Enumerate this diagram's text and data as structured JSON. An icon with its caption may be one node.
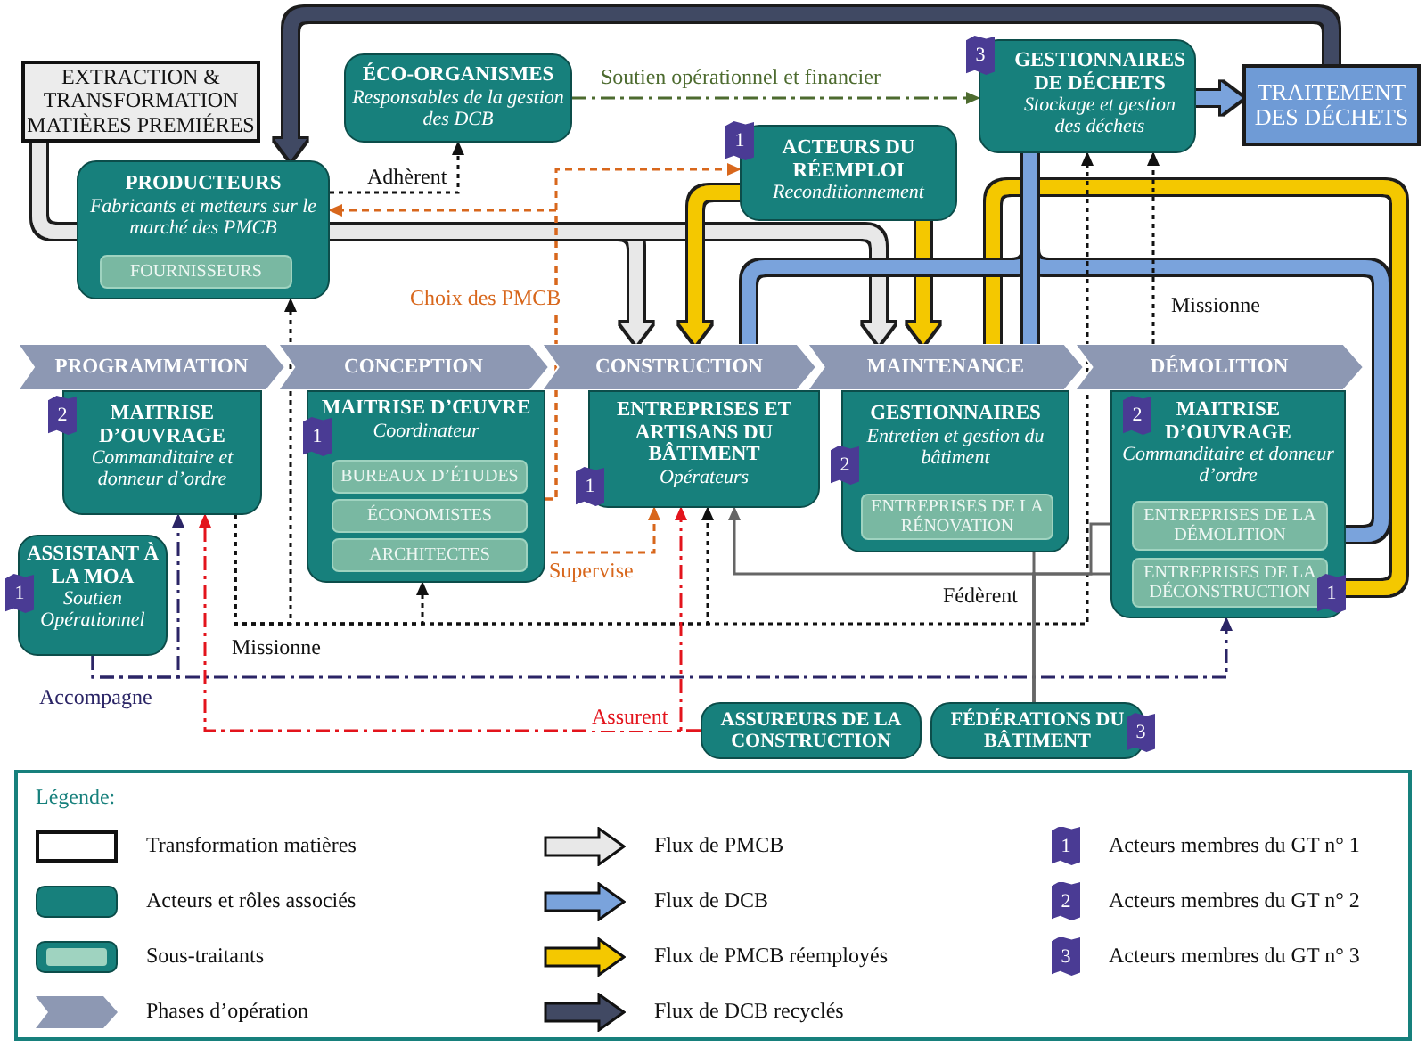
{
  "diagram": {
    "nodes": [
      {
        "text": [
          "EXTRACTION & TRANSFORMATION MATIÈRES PREMIÉRES"
        ]
      },
      {
        "text": [
          "ÉCO-ORGANISMES",
          "Responsables de la gestion des DCB"
        ]
      },
      {
        "text": [
          "PRODUCTEURS",
          "Fabricants et metteurs sur le marché des PMCB"
        ]
      },
      {
        "text": [
          "FOURNISSEURS"
        ],
        "in": 2
      },
      {
        "text": [
          "ACTEURS DU RÉEMPLOI",
          "Reconditionnement"
        ]
      },
      {
        "text": [
          "GESTIONNAIRES DE DÉCHETS",
          "Stockage et gestion des déchets"
        ]
      },
      {
        "text": [
          "TRAITEMENT DES DÉCHETS"
        ]
      },
      {
        "text": [
          "PROGRAMMATION"
        ]
      },
      {
        "text": [
          "CONCEPTION"
        ]
      },
      {
        "text": [
          "CONSTRUCTION"
        ]
      },
      {
        "text": [
          "MAINTENANCE"
        ]
      },
      {
        "text": [
          "DÉMOLITION"
        ]
      },
      {
        "text": [
          "MAITRISE D’OUVRAGE",
          "Commanditaire et donneur d’ordre"
        ]
      },
      {
        "text": [
          "MAITRISE D’ŒUVRE",
          "Coordinateur"
        ]
      },
      {
        "text": [
          "BUREAUX D’ÉTUDES"
        ],
        "in": 13
      },
      {
        "text": [
          "ÉCONOMISTES"
        ],
        "in": 13
      },
      {
        "text": [
          "ARCHITECTES"
        ],
        "in": 13
      },
      {
        "text": [
          "ENTREPRISES ET ARTISANS DU BÂTIMENT",
          "Opérateurs"
        ]
      },
      {
        "text": [
          "GESTIONNAIRES",
          "Entretien et gestion du bâtiment"
        ]
      },
      {
        "text": [
          "ENTREPRISES DE LA RÉNOVATION"
        ],
        "in": 18
      },
      {
        "text": [
          "MAITRISE D’OUVRAGE",
          "Commanditaire et donneur d’ordre"
        ]
      },
      {
        "text": [
          "ENTREPRISES DE LA DÉMOLITION"
        ],
        "in": 20
      },
      {
        "text": [
          "ENTREPRISES DE LA DÉCONSTRUCTION"
        ],
        "in": 20
      },
      {
        "text": [
          "ASSISTANT À LA MOA",
          "Soutien Opérationnel"
        ]
      },
      {
        "text": [
          "ASSUREURS DE LA CONSTRUCTION"
        ]
      },
      {
        "text": [
          "FÉDÉRATIONS DU BÂTIMENT"
        ]
      }
    ],
    "edges": [
      {
        "from": 6,
        "to": 2,
        "arrow": "to",
        "style": "thick",
        "color": "#414963"
      },
      {
        "from": 0,
        "to": 2,
        "arrow": "none",
        "style": "thick",
        "color": "#e8e8e8"
      },
      {
        "from": 2,
        "to": 9,
        "arrow": "to",
        "style": "thick",
        "color": "#e8e8e8"
      },
      {
        "from": 2,
        "to": 10,
        "arrow": "to",
        "style": "thick",
        "color": "#e8e8e8"
      },
      {
        "from": 4,
        "to": 9,
        "arrow": "to",
        "style": "thick",
        "color": "#f4c800"
      },
      {
        "from": 4,
        "to": 10,
        "arrow": "to",
        "style": "thick",
        "color": "#f4c800"
      },
      {
        "from": 22,
        "to": 10,
        "arrow": "none",
        "style": "thick",
        "color": "#f4c800"
      },
      {
        "from": 5,
        "to": 6,
        "arrow": "to",
        "style": "thick",
        "color": "#7aa3dc"
      },
      {
        "from": 9,
        "to": 5,
        "arrow": "none",
        "style": "thick",
        "color": "#7aa3dc"
      },
      {
        "from": 20,
        "to": 5,
        "arrow": "none",
        "style": "thick",
        "color": "#7aa3dc"
      },
      {
        "from": 10,
        "to": 5,
        "arrow": "none",
        "style": "thick",
        "color": "#7aa3dc"
      },
      {
        "from": 2,
        "to": 1,
        "arrow": "to",
        "label": "Adhèrent",
        "style": "dashed"
      },
      {
        "from": 1,
        "to": 5,
        "arrow": "to",
        "label": "Soutien opérationnel et financier",
        "style": "dashed",
        "color": "#4d6b2f"
      },
      {
        "from": 13,
        "to": 2,
        "arrow": "to",
        "label": "Choix des PMCB",
        "style": "dashed",
        "color": "#d8671c"
      },
      {
        "from": 13,
        "to": 4,
        "arrow": "to",
        "style": "dashed",
        "color": "#d8671c"
      },
      {
        "from": 16,
        "to": 17,
        "arrow": "to",
        "label": "Supervise",
        "style": "dashed",
        "color": "#d8671c"
      },
      {
        "from": 12,
        "to": 2,
        "arrow": "to",
        "label": "Missionne",
        "style": "dashed"
      },
      {
        "from": 12,
        "to": 13,
        "arrow": "to",
        "style": "dashed"
      },
      {
        "from": 12,
        "to": 17,
        "arrow": "to",
        "style": "dashed"
      },
      {
        "from": 12,
        "to": 5,
        "arrow": "to",
        "style": "dashed"
      },
      {
        "from": 11,
        "to": 5,
        "arrow": "to",
        "label": "Missionne",
        "style": "dashed"
      },
      {
        "from": 23,
        "to": 12,
        "arrow": "to",
        "label": "Accompagne",
        "style": "dashed",
        "color": "#2b2566"
      },
      {
        "from": 23,
        "to": 20,
        "arrow": "to",
        "style": "dashed",
        "color": "#2b2566"
      },
      {
        "from": 24,
        "to": 12,
        "arrow": "to",
        "label": "Assurent",
        "style": "dashed",
        "color": "#e3141c"
      },
      {
        "from": 24,
        "to": 17,
        "arrow": "to",
        "style": "dashed",
        "color": "#e3141c"
      },
      {
        "from": 25,
        "to": 17,
        "arrow": "to",
        "label": "Fédèrent",
        "color": "#666666"
      },
      {
        "from": 25,
        "to": 21,
        "arrow": "to",
        "color": "#666666"
      },
      {
        "from": 25,
        "to": 22,
        "arrow": "to",
        "color": "#666666"
      },
      {
        "from": 25,
        "to": 18,
        "arrow": "none",
        "color": "#666666"
      }
    ],
    "labels": [
      "3",
      "1",
      "2",
      "2",
      "1",
      "2",
      "1",
      "1",
      "1",
      "3",
      "Légende:",
      "1",
      "2",
      "3"
    ],
    "legend": [
      {
        "text": "Transformation matières"
      },
      {
        "text": "Acteurs et rôles associés",
        "color": "#17807c"
      },
      {
        "text": "Sous-traitants"
      },
      {
        "text": "Phases d’opération"
      },
      {
        "text": "Flux de PMCB"
      },
      {
        "text": "Flux de DCB"
      },
      {
        "text": "Flux de PMCB réemployés"
      },
      {
        "text": "Flux de DCB recyclés"
      },
      {
        "text": "Acteurs membres du GT n° 1"
      },
      {
        "text": "Acteurs membres du GT n° 2"
      },
      {
        "text": "Acteurs membres du GT n° 3"
      }
    ]
  }
}
